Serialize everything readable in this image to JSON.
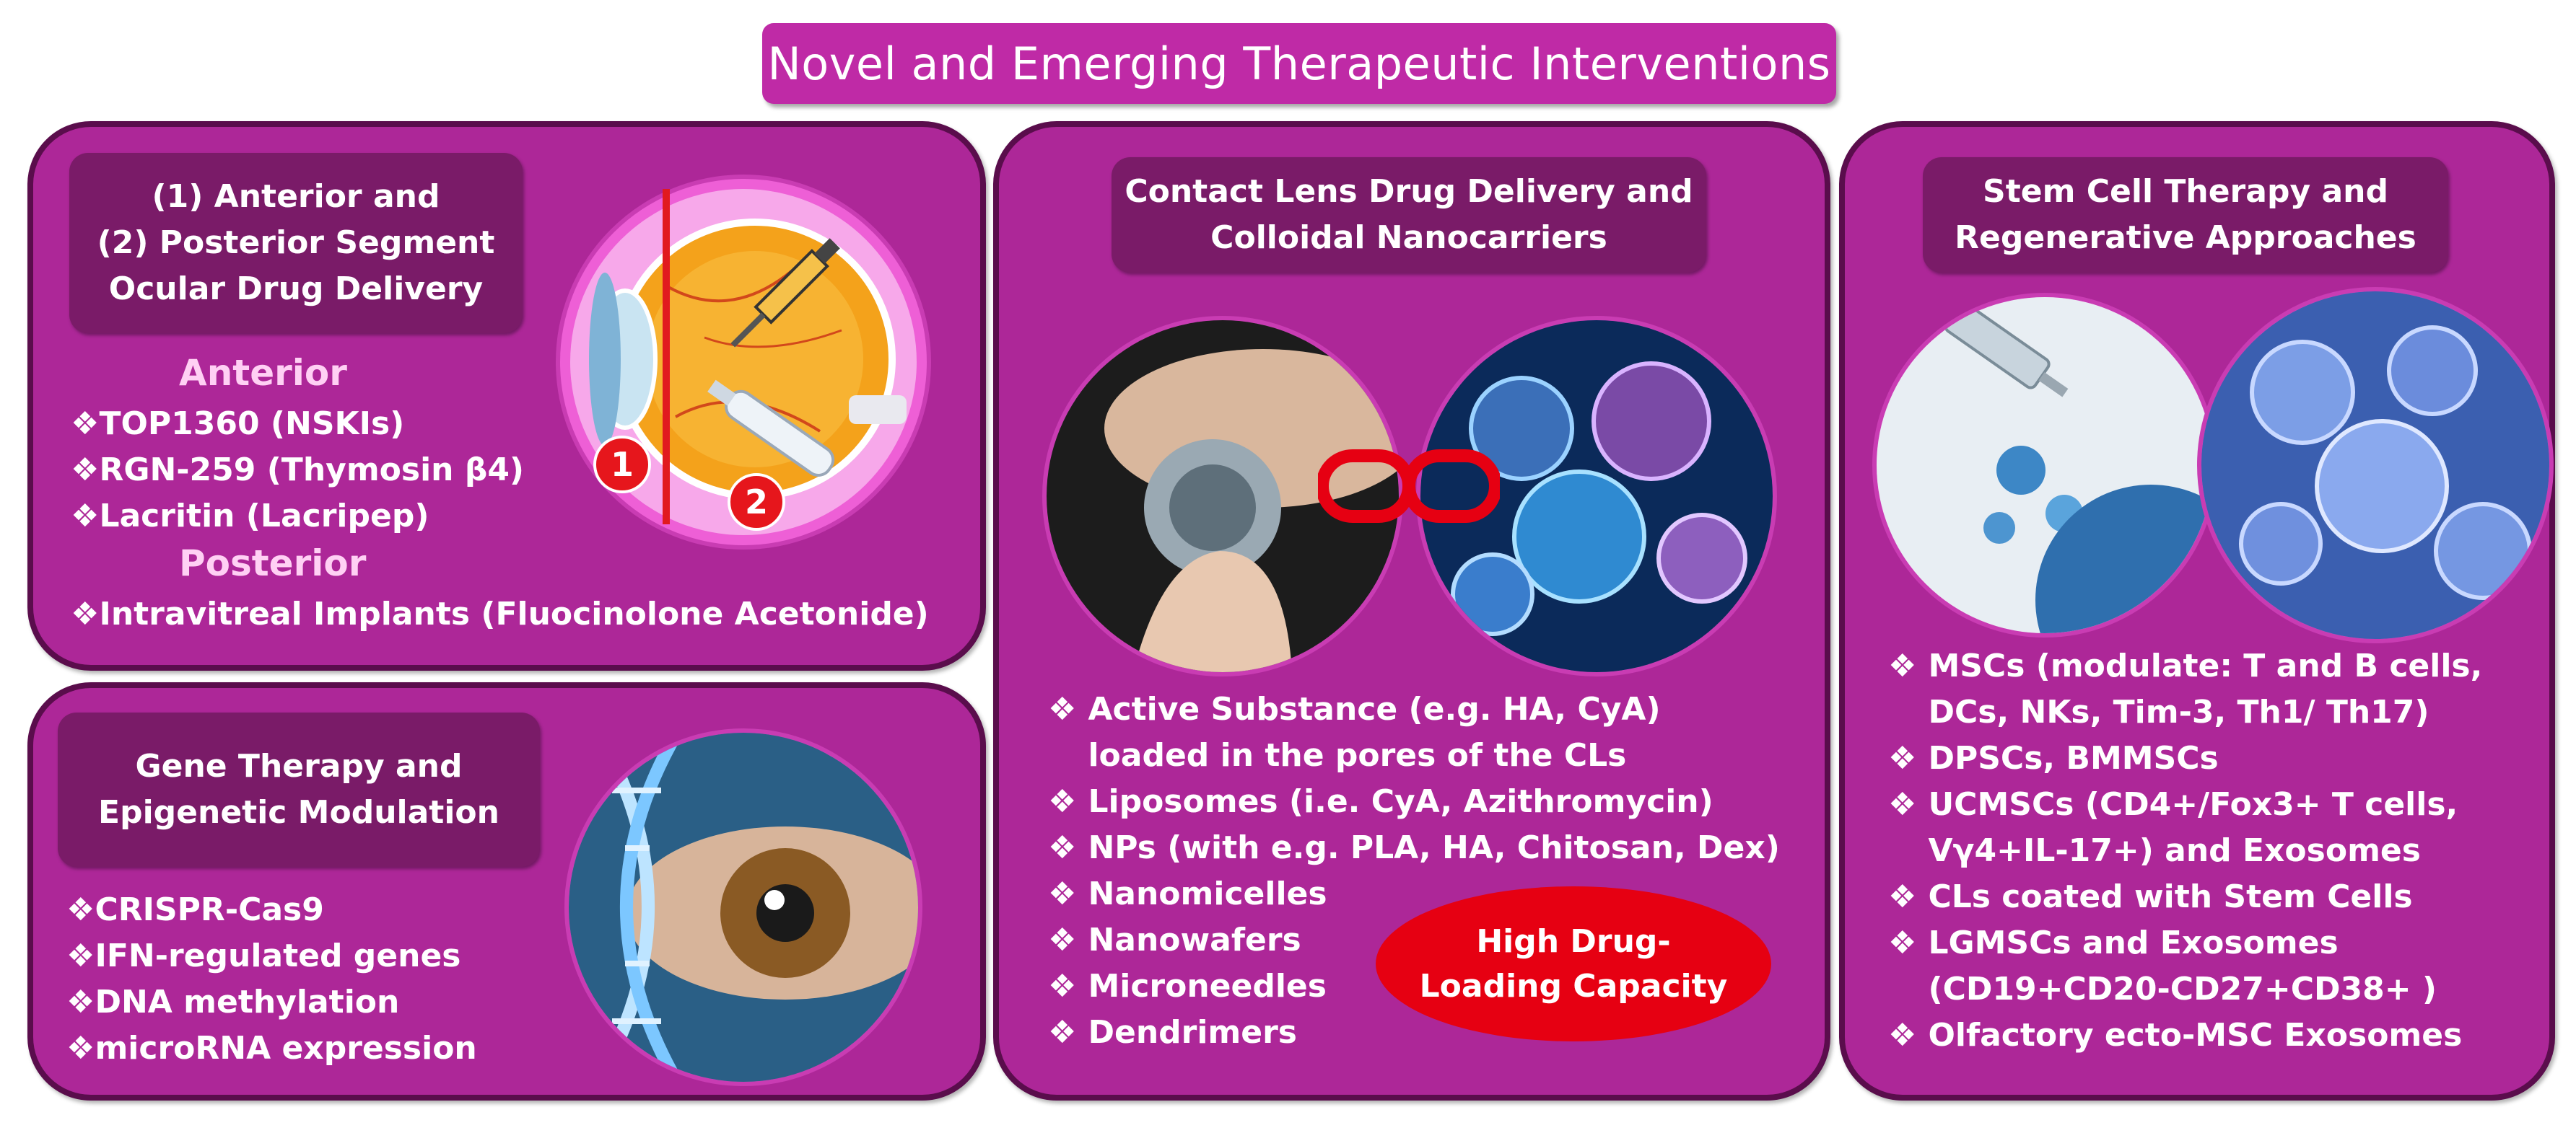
{
  "title": "Novel and Emerging Therapeutic Interventions",
  "colors": {
    "panel": "#ad2798",
    "panel_border": "#5a0d4c",
    "header": "#7a1b68",
    "circle_ring": "#ee5fd6",
    "marker_red": "#e6161c",
    "badge_red": "#e60012"
  },
  "ocular": {
    "header": [
      "(1) Anterior and",
      "(2) Posterior Segment",
      "Ocular Drug Delivery"
    ],
    "anterior_heading": "Anterior",
    "anterior_items": [
      "TOP1360 (NSKIs)",
      "RGN-259 (Thymosin β4)",
      "Lacritin (Lacripep)"
    ],
    "posterior_heading": "Posterior",
    "posterior_items": [
      " Intravitreal Implants  (Fluocinolone Acetonide)"
    ],
    "marker_1": "1",
    "marker_2": "2",
    "image_icon": "eye-cross-section-with-syringe-and-implant"
  },
  "gene": {
    "header": [
      "Gene Therapy and",
      "Epigenetic Modulation"
    ],
    "items": [
      "CRISPR-Cas9",
      "IFN-regulated genes",
      "DNA methylation",
      "microRNA expression"
    ],
    "image_icon": "dna-helix-over-eye"
  },
  "contact": {
    "header": [
      "Contact Lens Drug Delivery and",
      "Colloidal Nanocarriers"
    ],
    "items": [
      "Active Substance (e.g. HA, CyA) loaded in the pores of the CLs",
      "Liposomes (i.e. CyA, Azithromycin)",
      "NPs (with e.g. PLA, HA, Chitosan, Dex)",
      "Nanomicelles",
      "Nanowafers",
      "Microneedles",
      "Dendrimers"
    ],
    "badge": [
      "High Drug-",
      "Loading Capacity"
    ],
    "image_left_icon": "finger-holding-contact-lens",
    "image_right_icon": "nanoparticle-network",
    "link_icon": "chain-link-icon"
  },
  "stem": {
    "header": [
      "Stem Cell Therapy and",
      "Regenerative Approaches"
    ],
    "items": [
      "MSCs (modulate: T and B cells, DCs, NKs, Tim-3, Th1/ Th17)",
      "DPSCs, BMMSCs",
      "UCMSCs (CD4+/Fox3+ T cells, Vγ4+IL-17+) and Exosomes",
      "CLs coated with Stem Cells",
      "LGMSCs and Exosomes (CD19+CD20-CD27+CD38+ )",
      "Olfactory ecto-MSC Exosomes"
    ],
    "image_left_icon": "pipette-dropping-cells",
    "image_right_icon": "stem-cell-cluster"
  },
  "bullet_symbol": "❖"
}
